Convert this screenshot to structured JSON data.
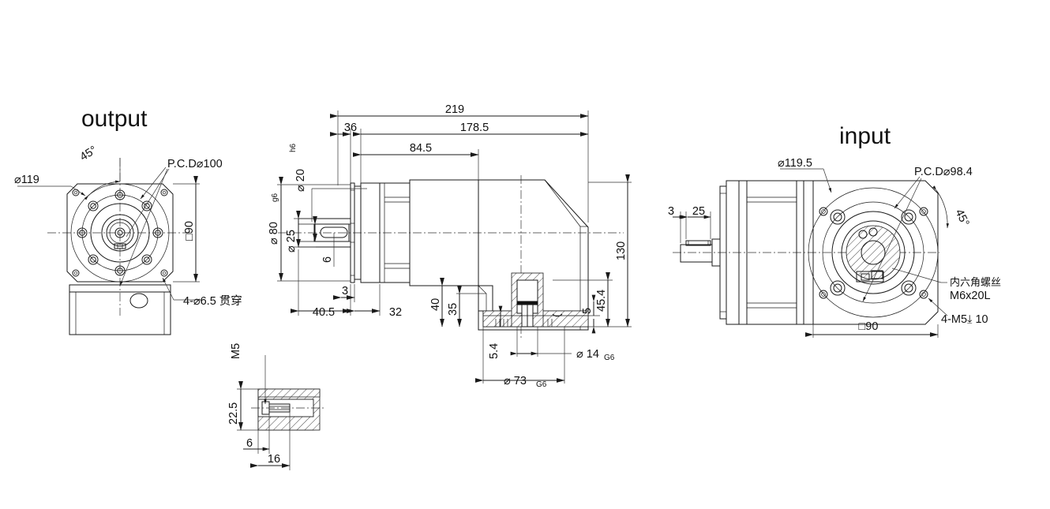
{
  "drawing": {
    "type": "mechanical-engineering-dimensioned-drawing",
    "subject": "right-angle planetary gearbox with servo motor",
    "background_color": "#ffffff",
    "line_color": "#1a1a1a",
    "views": [
      {
        "id": "output",
        "title": "output",
        "position": "left",
        "description": "end-face view of output flange"
      },
      {
        "id": "section",
        "title": "",
        "position": "center",
        "description": "side sectional assembly view"
      },
      {
        "id": "input",
        "title": "input",
        "position": "right",
        "description": "end-face view of input flange"
      },
      {
        "id": "detail",
        "title": "",
        "position": "bottom-left",
        "description": "sectioned detail of set screw / key"
      }
    ]
  },
  "titles": {
    "output": "output",
    "input": "input"
  },
  "output_view": {
    "labels": {
      "angle": "45°",
      "outer_dia": "⌀119",
      "pcd": "P.C.D⌀100",
      "square": "□90",
      "holes": "4-⌀6.5 贯穿"
    }
  },
  "section_view": {
    "labels": {
      "overall_length": "219",
      "body_length": "178.5",
      "mid_length": "84.5",
      "shaft_len_36": "36",
      "shaft_dia": "⌀ 20",
      "shaft_dia_tol": "h6",
      "pilot_dia": "⌀ 80",
      "pilot_dia_tol": "g6",
      "boss_dia": "⌀ 25",
      "key_width": "6",
      "step_3": "3",
      "shaft_ext_40_5": "40.5",
      "flange_32": "32",
      "height_40": "40",
      "height_35": "35",
      "height_130": "130",
      "height_45_4": "45.4",
      "height_5": "5",
      "height_5_4": "5.4",
      "bore_14": "⌀ 14",
      "bore_14_tol": "G6",
      "bore_73": "⌀ 73",
      "bore_73_tol": "G6"
    }
  },
  "input_view": {
    "labels": {
      "outer_dia": "⌀119.5",
      "pcd": "P.C.D⌀98.4",
      "angle": "45°",
      "square": "□90",
      "screw_cjk": "内六角螺丝",
      "screw_spec": "M6x20L",
      "tapped_holes": "4-M5⤓ 10",
      "shaft_step": "3",
      "shaft_len": "25"
    }
  },
  "detail_view": {
    "labels": {
      "thread": "M5",
      "height_22_5": "22.5",
      "offset_6": "6",
      "width_16": "16"
    }
  },
  "dimensions_list": [
    "219",
    "178.5",
    "84.5",
    "36",
    "40.5",
    "32",
    "3",
    "130",
    "45.4",
    "40",
    "35",
    "5",
    "5.4",
    "⌀ 20 h6",
    "⌀ 80 g6",
    "⌀ 25",
    "6",
    "⌀ 14 G6",
    "⌀ 73 G6",
    "⌀119",
    "P.C.D⌀100",
    "□90",
    "4-⌀6.5 贯穿",
    "45°",
    "⌀119.5",
    "P.C.D⌀98.4",
    "4-M5⤓ 10",
    "M6x20L",
    "25",
    "M5",
    "22.5",
    "16"
  ]
}
